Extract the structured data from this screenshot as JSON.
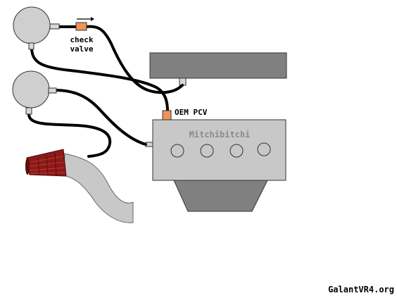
{
  "labels": {
    "check_valve_line1": "check",
    "check_valve_line2": "valve",
    "oem_pcv": "OEM PCV",
    "engine_name": "Mitchibitchi",
    "credit": "GalantVR4.org"
  },
  "colors": {
    "catch_can": "#cfcfcf",
    "hose": "#000000",
    "fitting": "#d8d8d8",
    "check_valve": "#f0935a",
    "pcv_valve": "#f0935a",
    "intake_manifold": "#808080",
    "engine_block": "#c8c8c8",
    "oil_pan": "#808080",
    "air_filter": "#8b1a1a",
    "intake_pipe": "#c8c8c8"
  },
  "icons": {
    "flow_arrow": "right-arrow-icon"
  }
}
